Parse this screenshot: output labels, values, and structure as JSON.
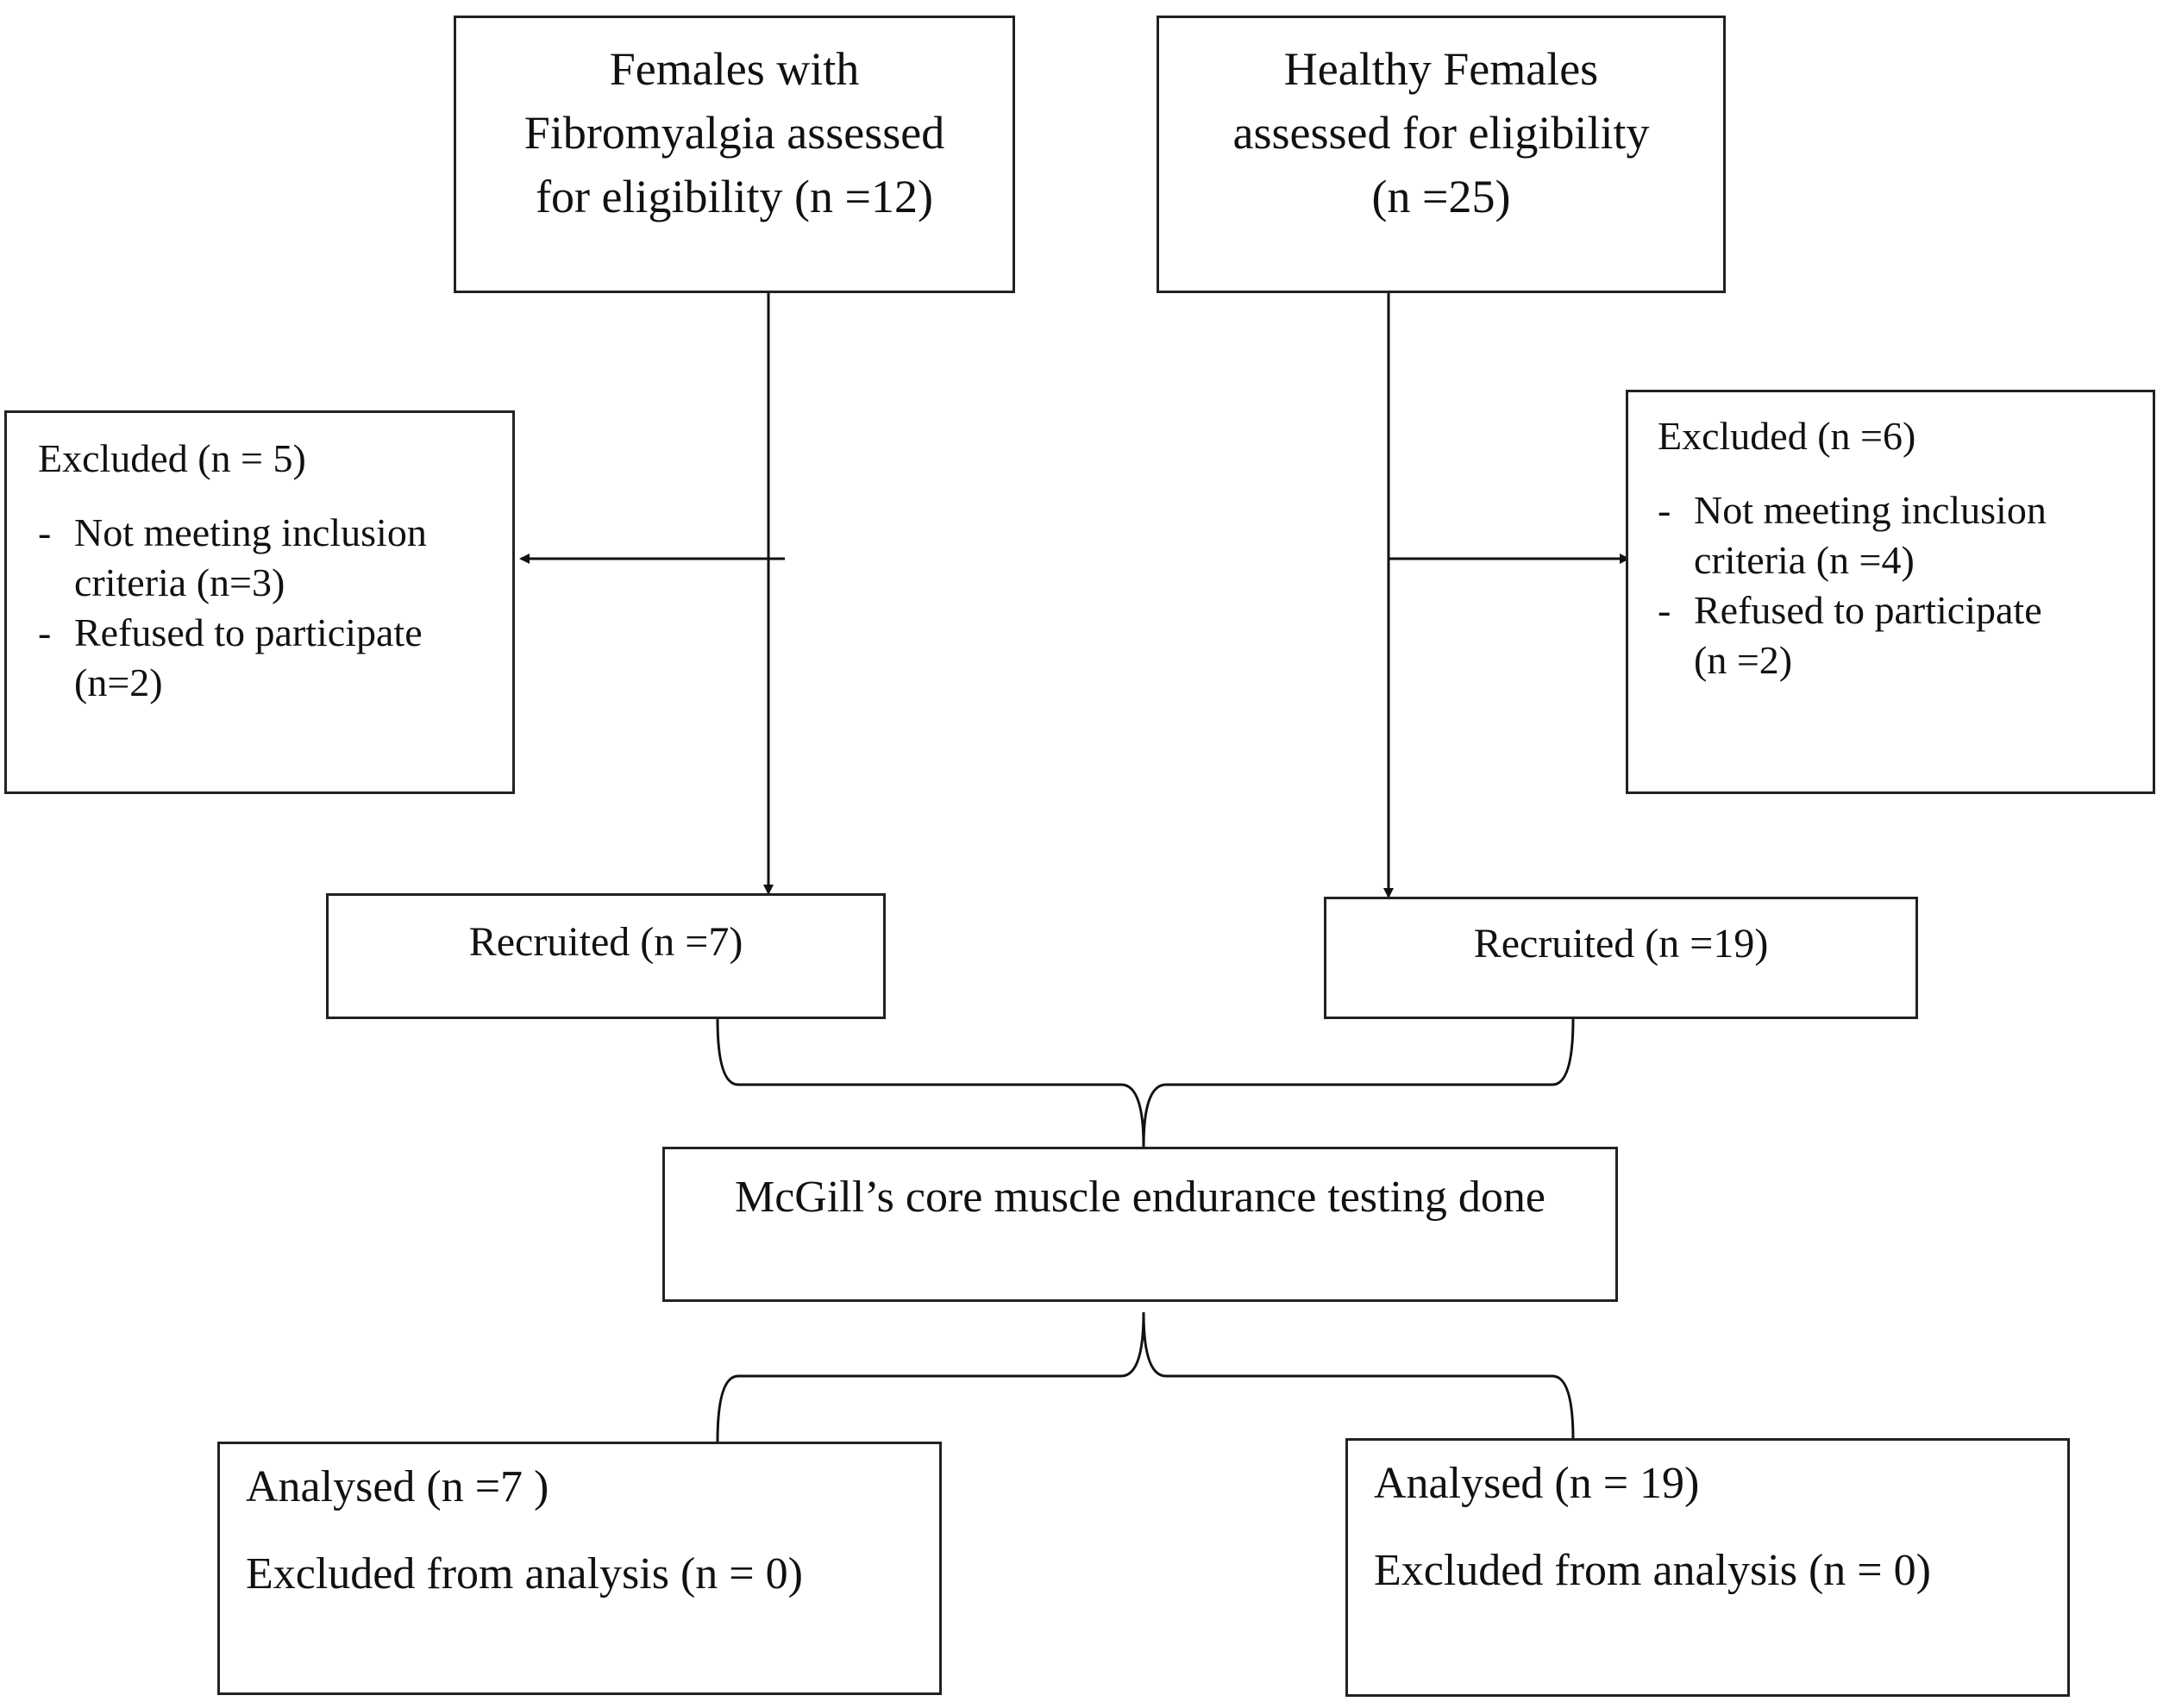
{
  "fm_assessed": {
    "lines": [
      "Females with",
      "Fibromyalgia assessed",
      "for eligibility (n =12)"
    ]
  },
  "hf_assessed": {
    "lines": [
      "Healthy Females",
      "assessed for eligibility",
      "(n =25)"
    ]
  },
  "fm_excluded": {
    "title": "Excluded (n = 5)",
    "items": [
      {
        "text": "Not meeting inclusion",
        "text2": "criteria (n=3)"
      },
      {
        "text": "Refused to participate",
        "text2": "(n=2)"
      }
    ]
  },
  "hf_excluded": {
    "title": "Excluded (n =6)",
    "items": [
      {
        "text": "Not meeting inclusion",
        "text2": "criteria (n =4)"
      },
      {
        "text": "Refused to participate",
        "text2": "(n =2)"
      }
    ]
  },
  "fm_recruited": {
    "label": "Recruited (n =7)"
  },
  "hf_recruited": {
    "label": "Recruited (n =19)"
  },
  "testing": {
    "label": "McGill’s core muscle endurance testing done"
  },
  "fm_analysed": {
    "line1": "Analysed (n =7 )",
    "line2": "Excluded from analysis (n = 0)"
  },
  "hf_analysed": {
    "line1": "Analysed (n = 19)",
    "line2": "Excluded from analysis (n = 0)"
  }
}
